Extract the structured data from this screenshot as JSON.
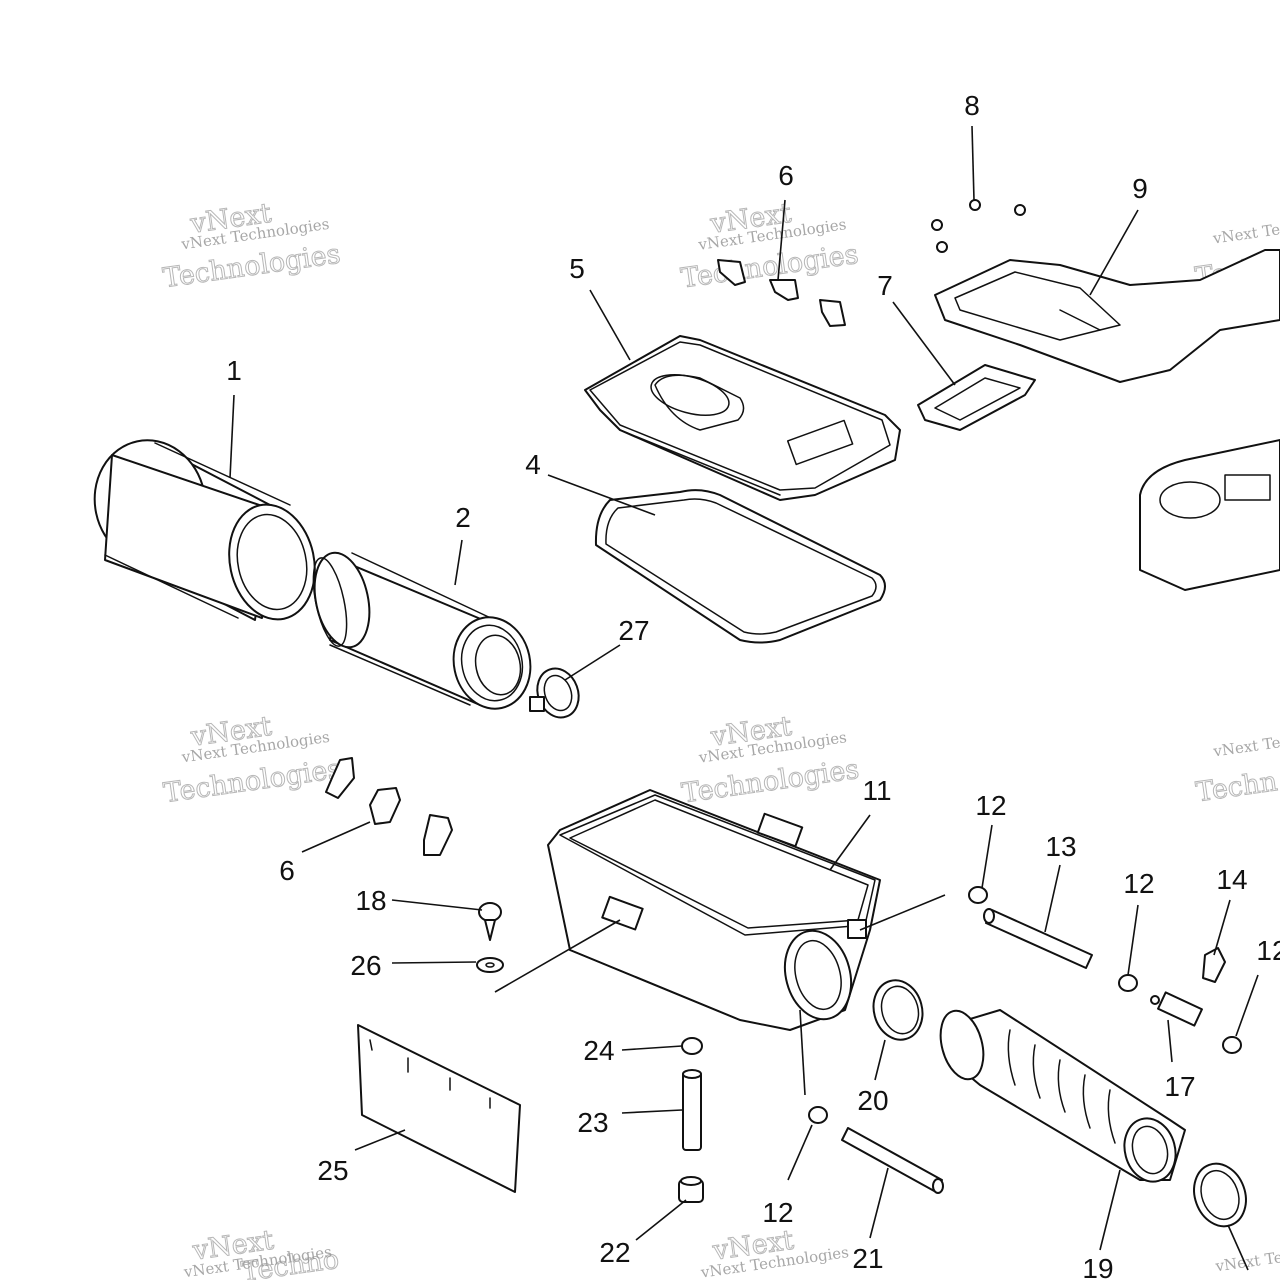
{
  "callouts": {
    "c1": "1",
    "c2": "2",
    "c4": "4",
    "c5": "5",
    "c6_top": "6",
    "c6_left": "6",
    "c7": "7",
    "c8": "8",
    "c9": "9",
    "c11": "11",
    "c12_a": "12",
    "c12_b": "12",
    "c12_c": "12",
    "c12_d": "12",
    "c13": "13",
    "c14": "14",
    "c17": "17",
    "c18": "18",
    "c19": "19",
    "c20": "20",
    "c21": "21",
    "c22": "22",
    "c23": "23",
    "c24": "24",
    "c25": "25",
    "c26": "26",
    "c27": "27"
  },
  "watermark": {
    "line_small": "vNext Technologies",
    "word_vnext": "vNext",
    "word_tech": "Technologies",
    "line_small_cut": "vNext Te",
    "word_tech_cut": "Techn",
    "word_tech_cut2": "Techno"
  }
}
